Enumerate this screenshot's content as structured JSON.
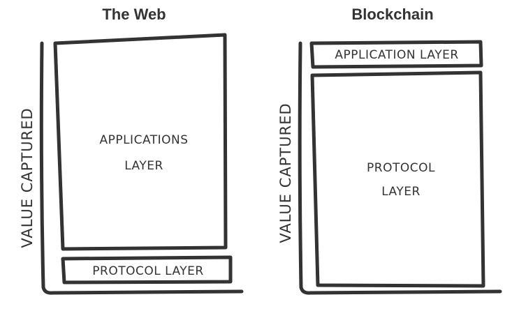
{
  "panels": [
    {
      "title": "The Web",
      "axis_label": "VALUE CAPTURED",
      "top_box": {
        "line1": "APPLICATIONS",
        "line2": "LAYER"
      },
      "bottom_box": {
        "line1": "PROTOCOL LAYER"
      }
    },
    {
      "title": "Blockchain",
      "axis_label": "VALUE CAPTURED",
      "top_box": {
        "line1": "APPLICATION LAYER"
      },
      "bottom_box": {
        "line1": "PROTOCOL",
        "line2": "LAYER"
      }
    }
  ]
}
